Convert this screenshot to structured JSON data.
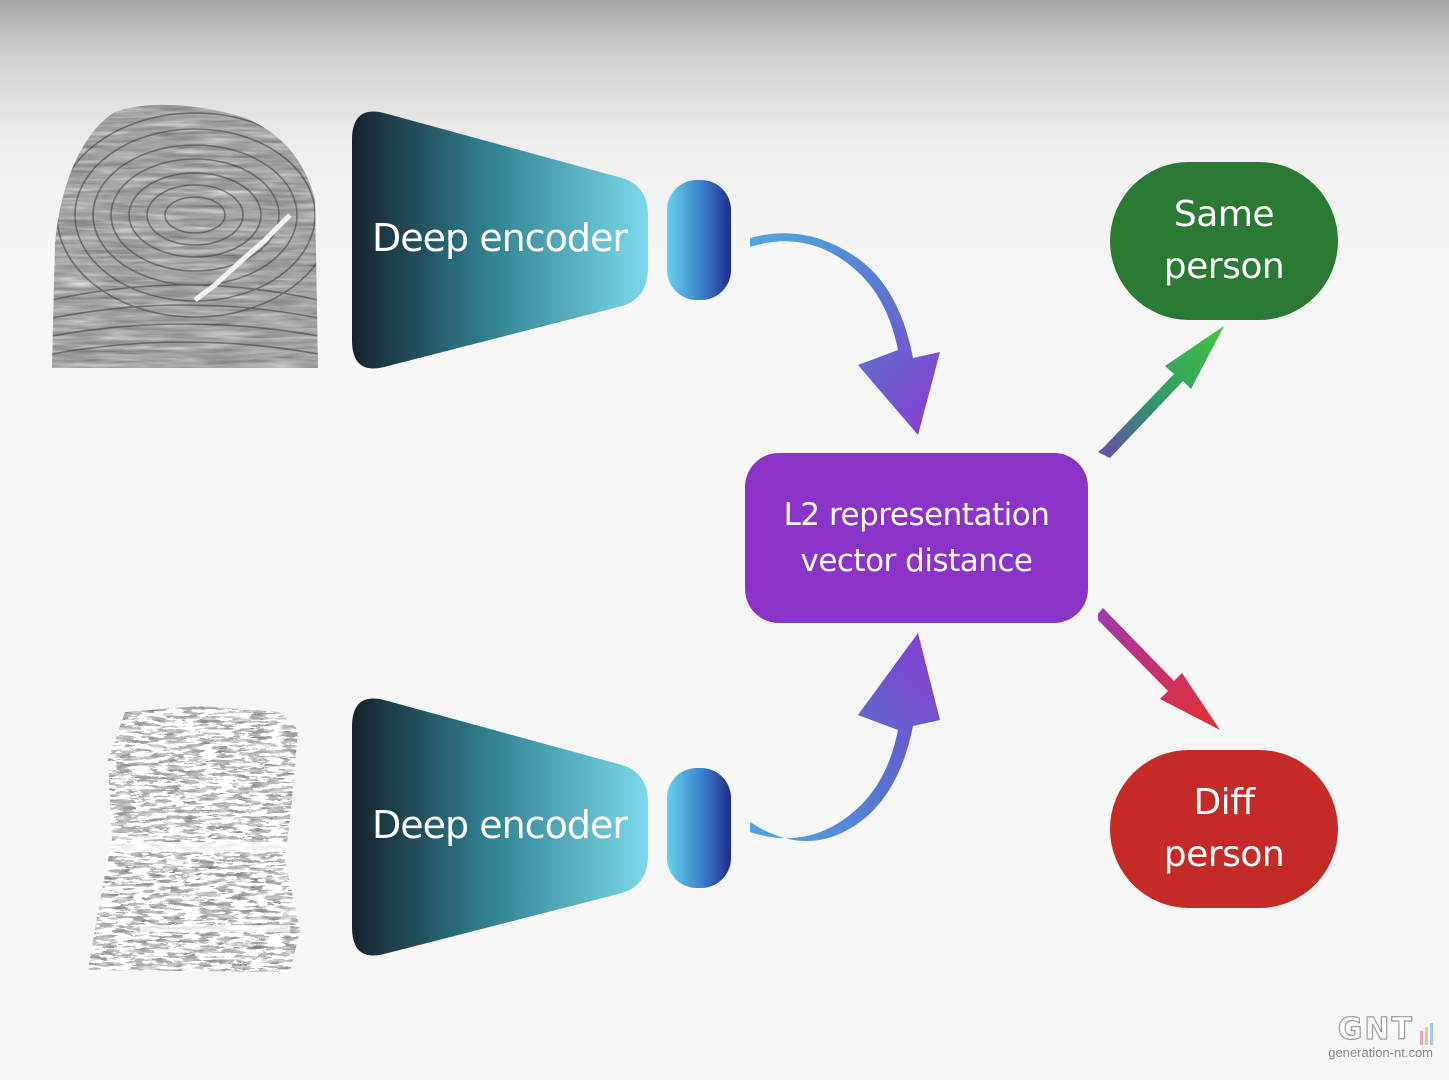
{
  "encoders": [
    {
      "label": "Deep encoder"
    },
    {
      "label": "Deep encoder"
    }
  ],
  "distance_box": {
    "line1": "L2 representation",
    "line2": "vector distance"
  },
  "outcomes": {
    "same": {
      "line1": "Same",
      "line2": "person"
    },
    "diff": {
      "line1": "Diff",
      "line2": "person"
    }
  },
  "watermark": {
    "logo": "GNT",
    "url": "generation-nt.com"
  },
  "colors": {
    "distance_box": "#8c33c7",
    "same_person": "#2a7a33",
    "diff_person": "#c42a26",
    "arrow_same": "#3dba3f",
    "arrow_diff": "#d8302a"
  },
  "icons": [
    "fingerprint-image",
    "fingerprint-image",
    "encoder-trapezoid",
    "embedding-vector",
    "curved-arrow"
  ]
}
